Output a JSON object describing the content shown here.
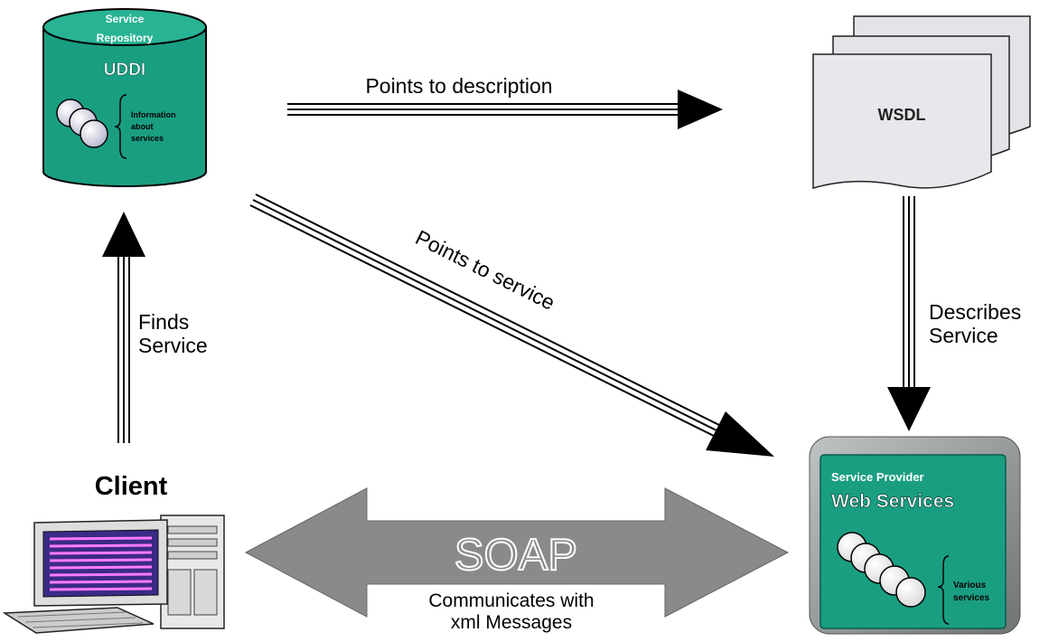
{
  "uddi": {
    "title_line1": "Service",
    "title_line2": "Repository",
    "name": "UDDI",
    "info_line1": "Information",
    "info_line2": "about",
    "info_line3": "services"
  },
  "wsdl": {
    "label": "WSDL"
  },
  "provider": {
    "title": "Service Provider",
    "name": "Web Services",
    "various_line1": "Various",
    "various_line2": "services"
  },
  "client": {
    "label": "Client"
  },
  "arrows": {
    "points_to_description": "Points to description",
    "points_to_service": "Points to service",
    "finds_line1": "Finds",
    "finds_line2": "Service",
    "describes_line1": "Describes",
    "describes_line2": "Service"
  },
  "soap": {
    "label": "SOAP",
    "caption_line1": "Communicates with",
    "caption_line2": "xml Messages"
  },
  "colors": {
    "green": "#1a9e82",
    "green_dark": "#0f7a63",
    "soap_gray": "#8a8a8a",
    "doc_gray": "#e2e4e7"
  }
}
